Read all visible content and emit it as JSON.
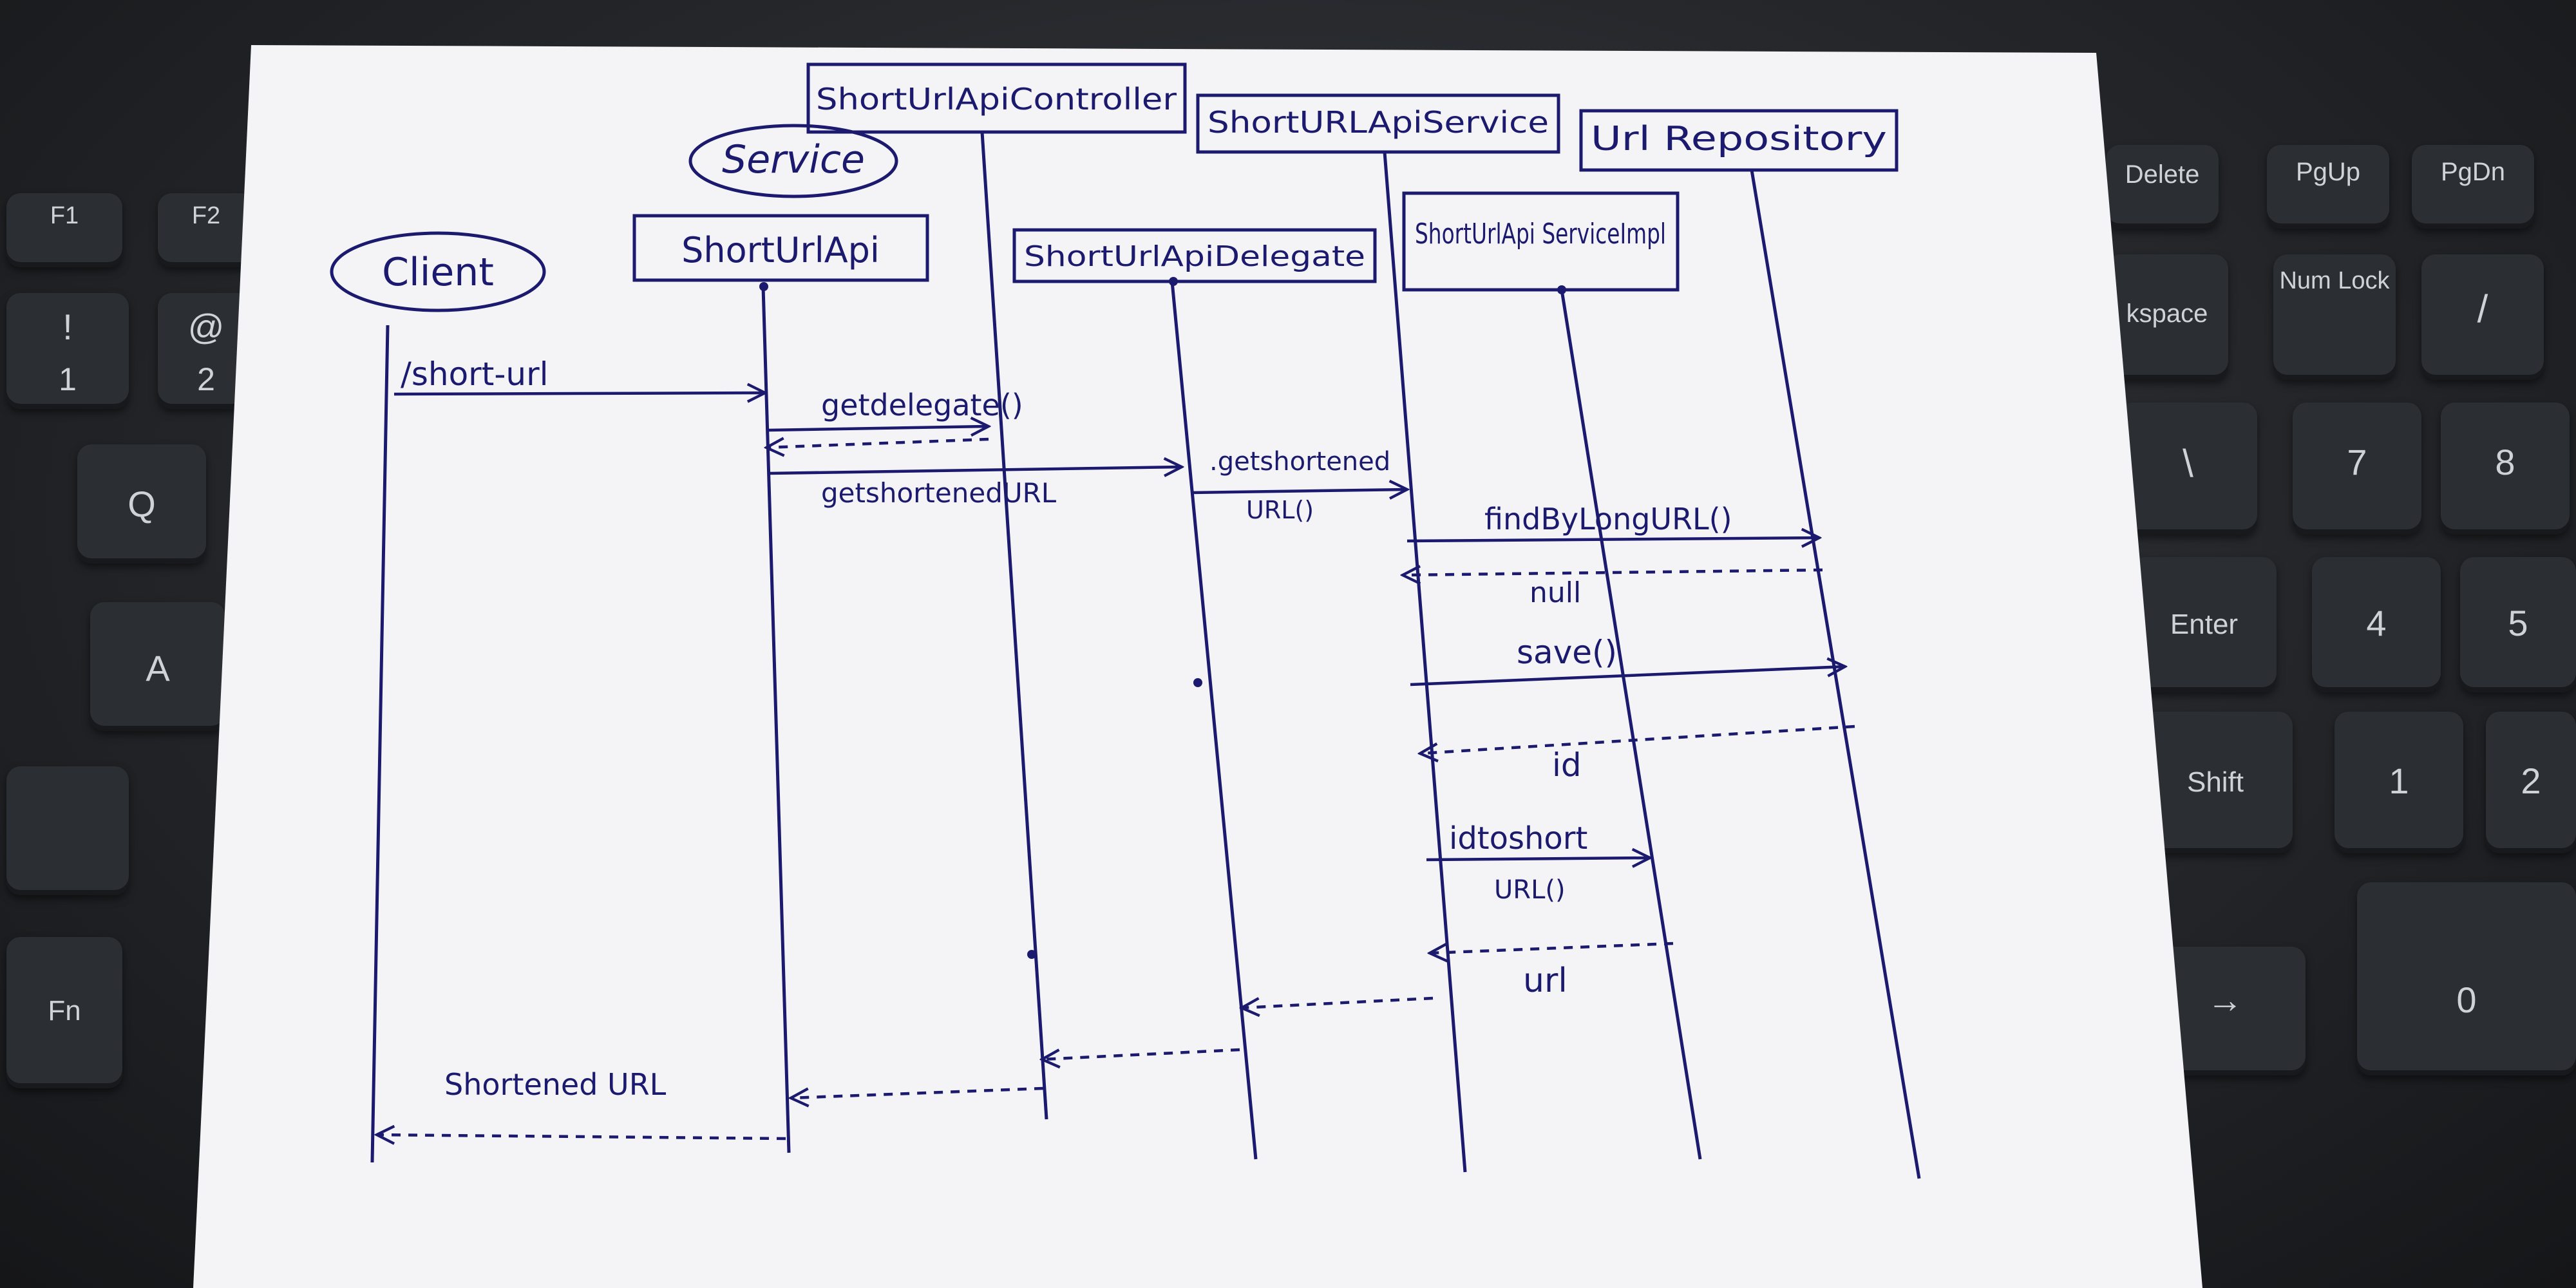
{
  "diagram": {
    "type": "sequence-diagram",
    "group_label": "Service",
    "participants": {
      "client": "Client",
      "api": "ShortUrlApi",
      "controller": "ShortUrlApiController",
      "delegate": "ShortUrlApiDelegate",
      "service": "ShortURLApiService",
      "impl": "ShortUrlApi ServiceImpl",
      "repository": "Url Repository"
    },
    "messages": {
      "short_url": "/short-url",
      "get_delegate": "getdelegate()",
      "get_shortened_url_1": "getshortenedURL",
      "get_shortened_url_2a": ".getshortened",
      "get_shortened_url_2b": "URL()",
      "find_by_long_url": "findByLongURL()",
      "null_reply": "null",
      "save": "save()",
      "id_reply": "id",
      "id_to_short_a": "idtoshort",
      "id_to_short_b": "URL()",
      "url_reply": "url",
      "shortened_url_reply": "Shortened URL"
    }
  },
  "keyboard": {
    "keys": {
      "f1": "F1",
      "f2": "F2",
      "excl": "!",
      "one": "1",
      "at": "@",
      "two": "2",
      "q": "Q",
      "a": "A",
      "fn": "Fn",
      "delete": "Delete",
      "pgup": "PgUp",
      "pgdn": "PgDn",
      "backspace": "kspace",
      "numlock": "Num Lock",
      "slash": "/",
      "backslash": "\\",
      "seven": "7",
      "eight": "8",
      "enter": "Enter",
      "four": "4",
      "five": "5",
      "shift": "Shift",
      "np1": "1",
      "np2": "2",
      "arrow": "→",
      "zero": "0"
    }
  },
  "colors": {
    "ink": "#1c1a6e",
    "paper": "#f4f4f6"
  }
}
